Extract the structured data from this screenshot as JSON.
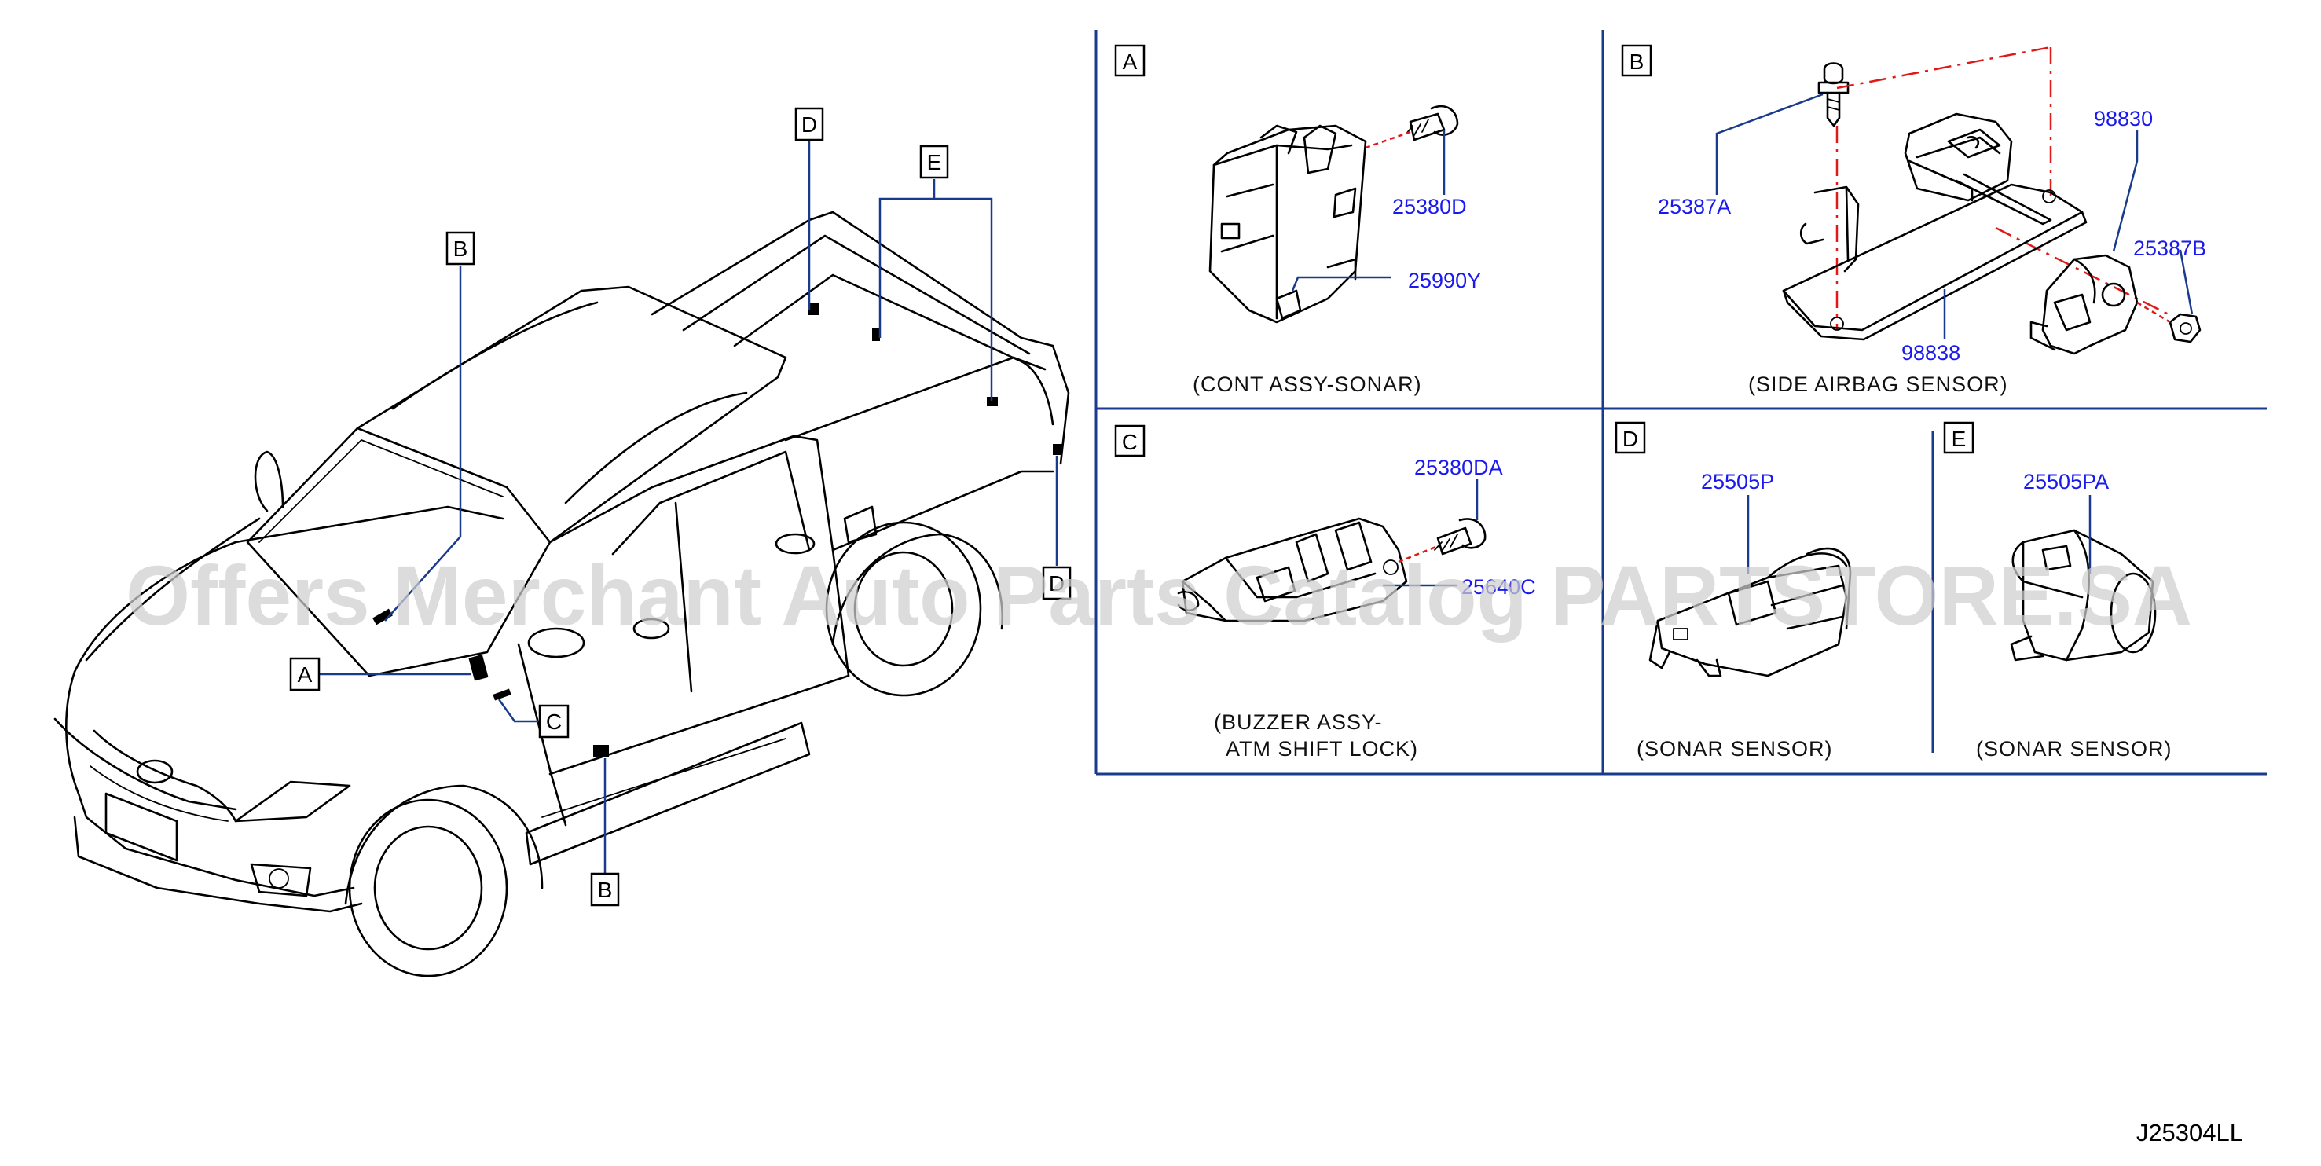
{
  "watermark": "Offers Merchant Auto Parts Catalog PARTSTORE.SA",
  "drawing_code": "J25304LL",
  "vehicle_callouts": {
    "A": "A",
    "B_roof": "B",
    "B_rocker": "B",
    "C": "C",
    "D_bed": "D",
    "D_rear": "D",
    "E": "E"
  },
  "panels": {
    "A": {
      "letter": "A",
      "parts": [
        "25380D",
        "25990Y"
      ],
      "caption": "(CONT  ASSY-SONAR)"
    },
    "B": {
      "letter": "B",
      "parts": [
        "25387A",
        "98830",
        "25387B",
        "98838"
      ],
      "caption": "(SIDE  AIRBAG  SENSOR)"
    },
    "C": {
      "letter": "C",
      "parts": [
        "25380DA",
        "25640C"
      ],
      "caption_line1": "(BUZZER  ASSY-",
      "caption_line2": "ATM  SHIFT  LOCK)"
    },
    "D": {
      "letter": "D",
      "parts": [
        "25505P"
      ],
      "caption": "(SONAR  SENSOR)"
    },
    "E": {
      "letter": "E",
      "parts": [
        "25505PA"
      ],
      "caption": "(SONAR  SENSOR)"
    }
  }
}
